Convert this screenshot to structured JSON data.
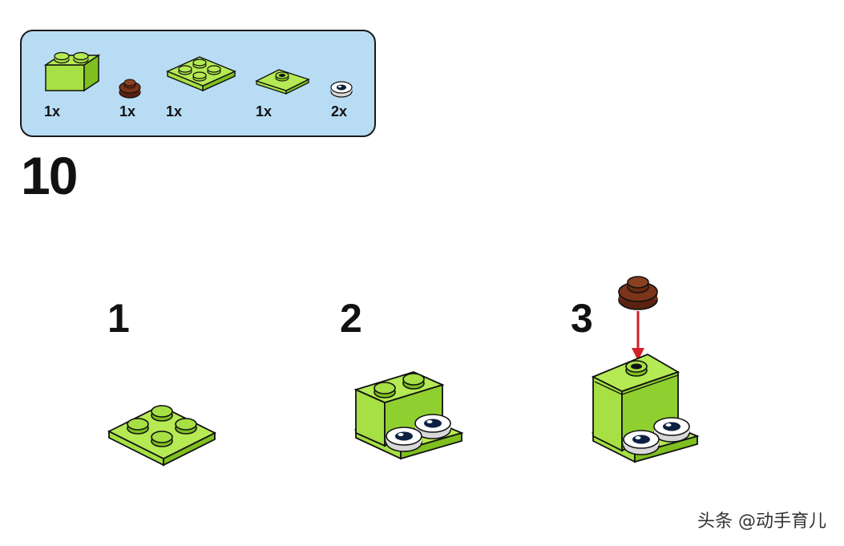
{
  "parts_panel": {
    "parts": [
      {
        "piece": "brick-1x2-lime",
        "quantity": "1x"
      },
      {
        "piece": "round-plate-1x1-brown",
        "quantity": "1x"
      },
      {
        "piece": "plate-2x2-lime",
        "quantity": "1x"
      },
      {
        "piece": "jumper-plate-1x2-lime",
        "quantity": "1x"
      },
      {
        "piece": "eye-tile-round-white",
        "quantity": "2x"
      }
    ]
  },
  "step_number": "10",
  "substeps": [
    {
      "number": "1"
    },
    {
      "number": "2"
    },
    {
      "number": "3"
    }
  ],
  "colors": {
    "lime": "#a6e044",
    "lime_dark": "#7fbf1f",
    "brown": "#6b2a12",
    "panel_bg": "#b8dcf3",
    "arrow": "#d3202a"
  },
  "watermark": "头条 @动手育儿"
}
